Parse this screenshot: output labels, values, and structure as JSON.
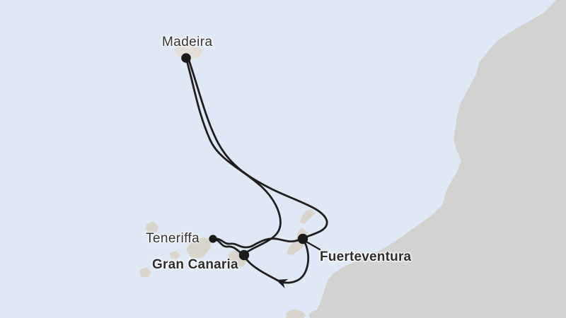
{
  "map": {
    "kind": "cruise-route-map",
    "ports": [
      {
        "name": "Madeira",
        "emphasis": "regular"
      },
      {
        "name": "Teneriffa",
        "emphasis": "regular"
      },
      {
        "name": "Gran Canaria",
        "emphasis": "bold"
      },
      {
        "name": "Fuerteventura",
        "emphasis": "bold"
      }
    ],
    "route_legs": [
      {
        "from": "Madeira",
        "to": "Gran Canaria",
        "direction_arrow": false
      },
      {
        "from": "Madeira",
        "to": "Fuerteventura",
        "direction_arrow": false
      },
      {
        "from": "Teneriffa",
        "to": "Gran Canaria",
        "direction_arrow": false
      },
      {
        "from": "Teneriffa",
        "to": "Fuerteventura",
        "direction_arrow": false
      },
      {
        "from": "Fuerteventura",
        "to": "Gran Canaria",
        "direction_arrow": true
      }
    ],
    "colors": {
      "sea": "#dfe9f6",
      "mainland": "#d2d2d0",
      "islands": "#d9d5cc",
      "madeira_island": "#e3dfd7",
      "route_line": "#1f1f1f",
      "label_text": "#313131"
    }
  }
}
